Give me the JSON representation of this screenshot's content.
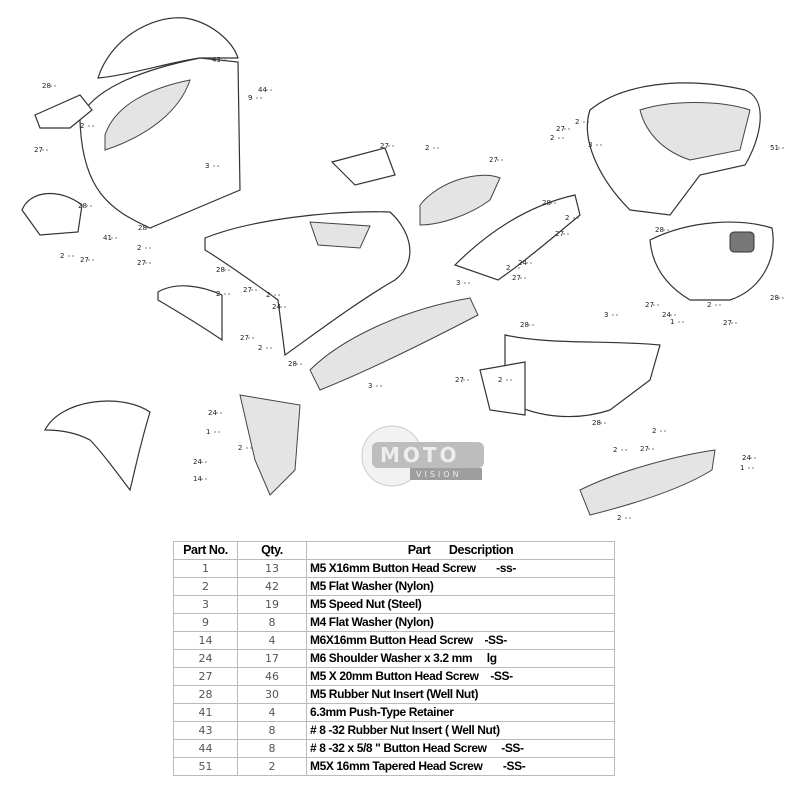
{
  "logo": {
    "brand": "MOTO",
    "sub": "VISION"
  },
  "callouts": [
    "43",
    "44",
    "9",
    "28",
    "2",
    "27",
    "3",
    "28",
    "41",
    "2",
    "27",
    "28",
    "2",
    "27",
    "27",
    "2",
    "27",
    "2",
    "28",
    "2",
    "27",
    "3",
    "2",
    "24",
    "27",
    "28",
    "2",
    "27",
    "2",
    "24",
    "27",
    "2",
    "28",
    "3",
    "27",
    "2",
    "3",
    "51",
    "28",
    "28",
    "27",
    "24",
    "1",
    "2",
    "27",
    "3",
    "28",
    "27",
    "2",
    "28",
    "2",
    "2",
    "27",
    "14",
    "24",
    "1",
    "2",
    "24",
    "24",
    "1",
    "2"
  ],
  "table": {
    "headers": {
      "part_no": "Part No.",
      "qty": "Qty.",
      "description": "Part      Description"
    },
    "rows": [
      {
        "part_no": "1",
        "qty": "13",
        "description": "M5 X16mm Button Head Screw       -ss-"
      },
      {
        "part_no": "2",
        "qty": "42",
        "description": "M5 Flat Washer (Nylon)"
      },
      {
        "part_no": "3",
        "qty": "19",
        "description": "M5 Speed Nut (Steel)"
      },
      {
        "part_no": "9",
        "qty": "8",
        "description": "M4 Flat Washer (Nylon)"
      },
      {
        "part_no": "14",
        "qty": "4",
        "description": "M6X16mm Button Head Screw    -SS-"
      },
      {
        "part_no": "24",
        "qty": "17",
        "description": "M6 Shoulder Washer x 3.2 mm     lg"
      },
      {
        "part_no": "27",
        "qty": "46",
        "description": "M5 X 20mm Button Head Screw    -SS-"
      },
      {
        "part_no": "28",
        "qty": "30",
        "description": "M5 Rubber Nut Insert (Well Nut)"
      },
      {
        "part_no": "41",
        "qty": "4",
        "description": "6.3mm Push-Type Retainer"
      },
      {
        "part_no": "43",
        "qty": "8",
        "description": "# 8 -32 Rubber Nut Insert ( Well Nut)"
      },
      {
        "part_no": "44",
        "qty": "8",
        "description": "# 8 -32 x 5/8 \" Button Head Screw     -SS-"
      },
      {
        "part_no": "51",
        "qty": "2",
        "description": "M5X 16mm Tapered Head Screw       -SS-"
      }
    ]
  }
}
